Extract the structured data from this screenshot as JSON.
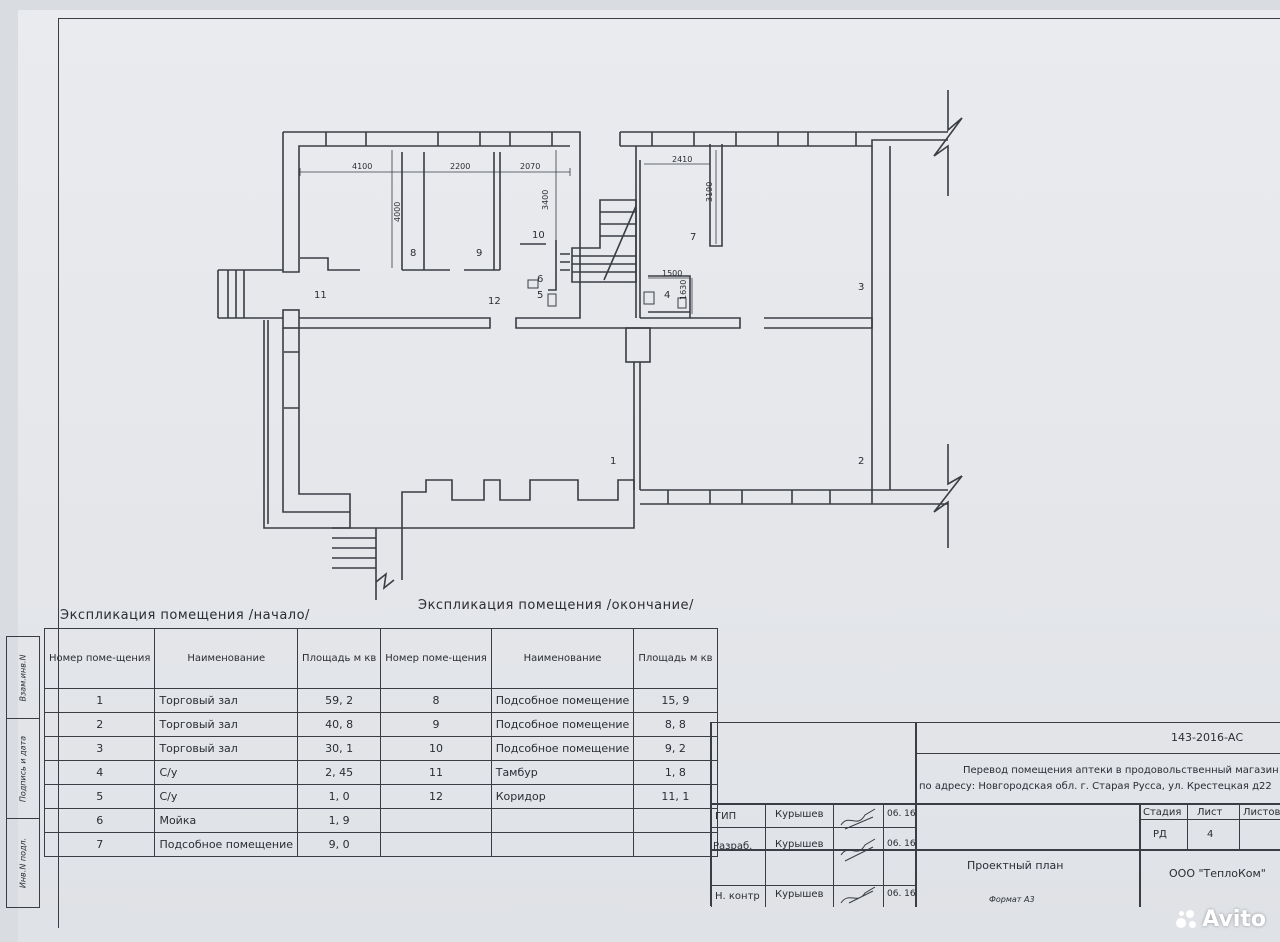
{
  "plan": {
    "dimensions": [
      "4100",
      "2200",
      "2070",
      "4000",
      "3400",
      "2410",
      "3190",
      "1500",
      "1630"
    ],
    "room_numbers": [
      "1",
      "2",
      "3",
      "4",
      "5",
      "6",
      "7",
      "8",
      "9",
      "10",
      "11",
      "12"
    ]
  },
  "explication_start": {
    "title": "Экспликация помещения /начало/",
    "headers": {
      "number": "Номер поме-щения",
      "name": "Наименование",
      "area": "Площадь м кв"
    },
    "rows": [
      {
        "num": "1",
        "name": "Торговый зал",
        "area": "59, 2"
      },
      {
        "num": "2",
        "name": "Торговый зал",
        "area": "40, 8"
      },
      {
        "num": "3",
        "name": "Торговый зал",
        "area": "30, 1"
      },
      {
        "num": "4",
        "name": "С/у",
        "area": "2, 45"
      },
      {
        "num": "5",
        "name": "С/у",
        "area": "1, 0"
      },
      {
        "num": "6",
        "name": "Мойка",
        "area": "1, 9"
      },
      {
        "num": "7",
        "name": "Подсобное помещение",
        "area": "9, 0"
      }
    ]
  },
  "explication_end": {
    "title": "Экспликация помещения /окончание/",
    "headers": {
      "number": "Номер поме-щения",
      "name": "Наименование",
      "area": "Площадь м кв"
    },
    "rows": [
      {
        "num": "8",
        "name": "Подсобное помещение",
        "area": "15, 9"
      },
      {
        "num": "9",
        "name": "Подсобное помещение",
        "area": "8, 8"
      },
      {
        "num": "10",
        "name": "Подсобное помещение",
        "area": "9, 2"
      },
      {
        "num": "11",
        "name": "Тамбур",
        "area": "1, 8"
      },
      {
        "num": "12",
        "name": "Коридор",
        "area": "11, 1"
      }
    ]
  },
  "side_strip": {
    "labels": [
      "Взам.инв.N",
      "Подпись и дата",
      "Инв.N подл."
    ]
  },
  "stamp": {
    "code": "143-2016-АС",
    "description_line1": "Перевод помещения аптеки в продовольственный магазин",
    "description_line2": "по адресу: Новгородская обл. г. Старая Русса, ул. Крестецкая д22",
    "stage_label": "Стадия",
    "sheet_label": "Лист",
    "sheets_label": "Листов",
    "stage": "РД",
    "sheet": "4",
    "roles": [
      {
        "role": "ГИП",
        "name": "Курышев",
        "date": "06. 16"
      },
      {
        "role": "Разраб.",
        "name": "Курышев",
        "date": "06. 16"
      },
      {
        "role": "Н. контр",
        "name": "Курышев",
        "date": "06. 16"
      }
    ],
    "drawing_title": "Проектный план",
    "company": "ООО \"ТеплоКом\"",
    "format": "Формат А3"
  },
  "watermark": {
    "text": "Avito"
  },
  "colors": {
    "paper": "#e6e8eb",
    "ink": "#3a3d44",
    "background": "#d9dde2"
  }
}
